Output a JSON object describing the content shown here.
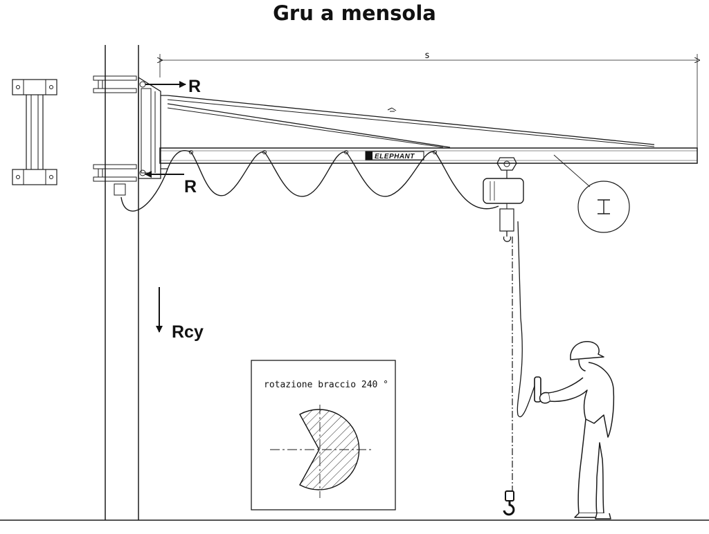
{
  "title": "Gru a mensola",
  "labels": {
    "span": "s",
    "reaction_top": "R",
    "reaction_bottom": "R",
    "vertical_reaction": "Rcy",
    "brand": "ELEPHANT",
    "rotation": "rotazione braccio 240 °",
    "beam_section": "I"
  },
  "rotation_degrees": 240
}
